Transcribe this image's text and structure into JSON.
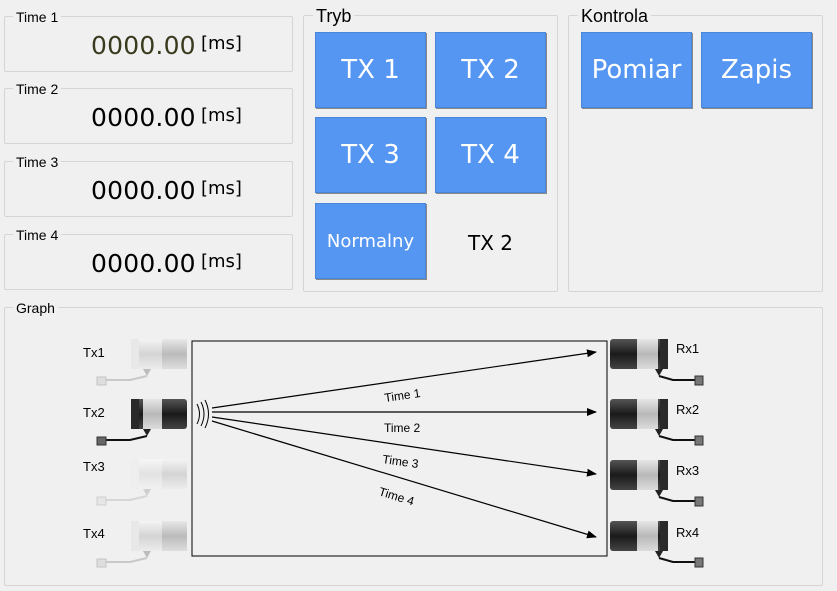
{
  "times": [
    {
      "label": "Time 1",
      "value": "0000.00",
      "unit": "[ms]"
    },
    {
      "label": "Time 2",
      "value": "0000.00",
      "unit": "[ms]"
    },
    {
      "label": "Time 3",
      "value": "0000.00",
      "unit": "[ms]"
    },
    {
      "label": "Time 4",
      "value": "0000.00",
      "unit": "[ms]"
    }
  ],
  "tryb": {
    "title": "Tryb",
    "buttons": [
      "TX 1",
      "TX 2",
      "TX 3",
      "TX 4",
      "Normalny"
    ],
    "current_mode": "TX 2"
  },
  "kontrola": {
    "title": "Kontrola",
    "buttons": [
      "Pomiar",
      "Zapis"
    ]
  },
  "graph": {
    "title": "Graph",
    "tx_labels": [
      "Tx1",
      "Tx2",
      "Tx3",
      "Tx4"
    ],
    "rx_labels": [
      "Rx1",
      "Rx2",
      "Rx3",
      "Rx4"
    ],
    "path_labels": [
      "Time 1",
      "Time 2",
      "Time 3",
      "Time 4"
    ],
    "active_tx": "Tx2"
  },
  "colors": {
    "button": "#5596f2",
    "time1_value": "#3a3a1e",
    "sensor_active": "#1c1c1c",
    "sensor_inactive": "#cfcfcf"
  }
}
